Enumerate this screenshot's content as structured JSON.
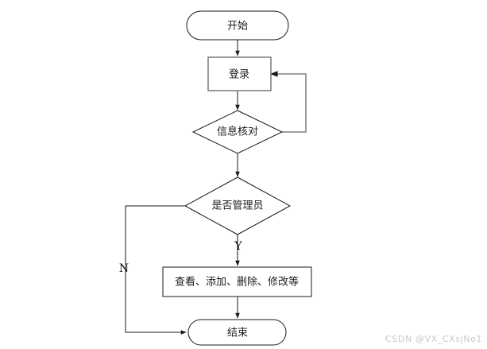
{
  "diagram": {
    "type": "flowchart",
    "title": "",
    "background_color": "#ffffff",
    "line_color": "#1a1a1a",
    "accent_line_color": "#808080",
    "nodes": [
      {
        "id": "start",
        "shape": "terminator",
        "label": "开始"
      },
      {
        "id": "login",
        "shape": "process",
        "label": "登录"
      },
      {
        "id": "verify",
        "shape": "decision",
        "label": "信息核对"
      },
      {
        "id": "isadmin",
        "shape": "decision",
        "label": "是否管理员"
      },
      {
        "id": "ops",
        "shape": "process",
        "label": "查看、添加、删除、修改等"
      },
      {
        "id": "end",
        "shape": "terminator",
        "label": "结束"
      }
    ],
    "edges": [
      {
        "from": "start",
        "to": "login",
        "label": ""
      },
      {
        "from": "login",
        "to": "verify",
        "label": ""
      },
      {
        "from": "verify",
        "to": "login",
        "label": ""
      },
      {
        "from": "verify",
        "to": "isadmin",
        "label": ""
      },
      {
        "from": "isadmin",
        "to": "ops",
        "label": "Y"
      },
      {
        "from": "isadmin",
        "to": "end",
        "label": "N"
      },
      {
        "from": "ops",
        "to": "end",
        "label": ""
      }
    ],
    "branch_labels": {
      "yes": "Y",
      "no": "N"
    }
  },
  "watermark": {
    "text": "CSDN @VX_CXsjNo1"
  }
}
